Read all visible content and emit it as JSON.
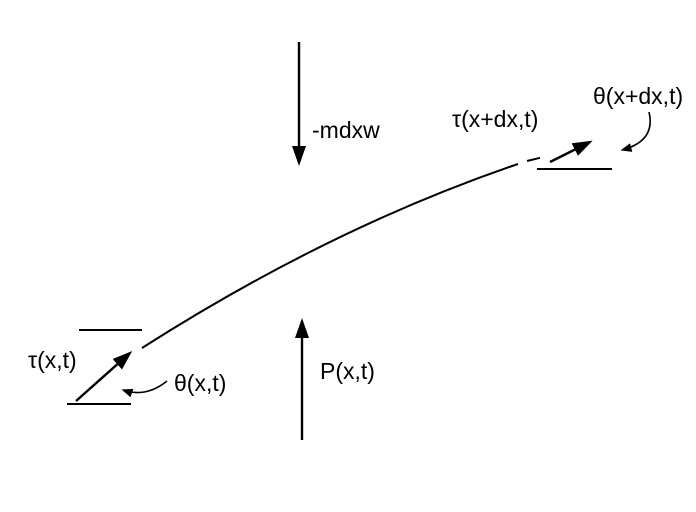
{
  "diagram": {
    "labels": {
      "inertia_force": "-mdxw",
      "tension_right": "τ(x+dx,t)",
      "angle_right": "θ(x+dx,t)",
      "tension_left": "τ(x,t)",
      "angle_left": "θ(x,t)",
      "load": "P(x,t)"
    },
    "colors": {
      "stroke": "#000000",
      "text": "#000000",
      "background": "#ffffff"
    }
  }
}
